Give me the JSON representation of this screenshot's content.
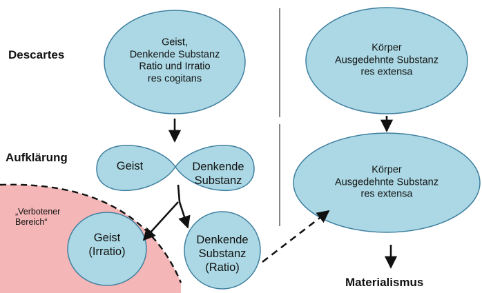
{
  "labels": {
    "descartes": "Descartes",
    "aufklaerung": "Aufklärung",
    "materialismus": "Materialismus"
  },
  "nodes": {
    "geist_top": [
      "Geist,",
      "Denkende Substanz",
      "Ratio und Irratio",
      "res cogitans"
    ],
    "koerper_top": [
      "Körper",
      "Ausgedehnte Substanz",
      "res extensa"
    ],
    "geist_mid": "Geist",
    "denkende_mid": [
      "Denkende",
      "Substanz"
    ],
    "koerper_mid": [
      "Körper",
      "Ausgedehnte Substanz",
      "res extensa"
    ],
    "geist_irratio": [
      "Geist",
      "(Irratio)"
    ],
    "denkende_ratio": [
      "Denkende",
      "Substanz",
      "(Ratio)"
    ],
    "verbotener": [
      "„Verbotener",
      "Bereich“"
    ]
  },
  "colors": {
    "node_fill": "#abd8e4",
    "node_stroke": "#3f7fa0",
    "forbidden_fill": "#f4b6b6",
    "line": "#111111"
  }
}
